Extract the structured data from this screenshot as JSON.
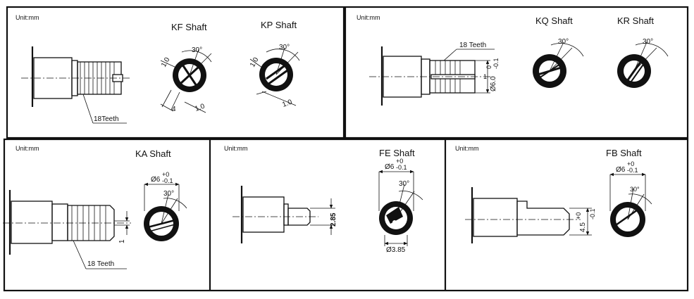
{
  "panels": {
    "kf_kp": {
      "unit": "Unit:mm",
      "kf_title": "KF Shaft",
      "kp_title": "KP Shaft",
      "teeth_label": "18Teeth",
      "dim_10a": "1.0",
      "dim_10b": "1.0",
      "dim_4": "4",
      "dim_30a": "30°",
      "dim_10c": "1.0",
      "dim_10d": "1.0",
      "dim_30b": "30°"
    },
    "kq_kr": {
      "unit": "Unit:mm",
      "kq_title": "KQ Shaft",
      "kr_title": "KR Shaft",
      "teeth_label": "18 Teeth",
      "dia_main": "Ø6.0",
      "dia_tol_top": "0",
      "dia_tol_bot": "-0.1",
      "dim_1": "1",
      "dim_30a": "30°",
      "dim_30b": "30°"
    },
    "ka": {
      "unit": "Unit:mm",
      "title": "KA  Shaft",
      "teeth_label": "18 Teeth",
      "dia_main": "Ø6",
      "dia_tol_top": "+0",
      "dia_tol_bot": "-0.1",
      "dim_30": "30°",
      "dim_1": "1"
    },
    "fe": {
      "unit": "Unit:mm",
      "title": "FE  Shaft",
      "dia_main": "Ø6",
      "dia_tol_top": "+0",
      "dia_tol_bot": "-0.1",
      "dim_30": "30°",
      "dim_285": "2.85",
      "dim_385": "Ø3.85"
    },
    "fb": {
      "unit": "Unit:mm",
      "title": "FB  Shaft",
      "dia_main": "Ø6",
      "dia_tol_top": "+0",
      "dia_tol_bot": "-0.1",
      "dim_30": "30°",
      "dim_45": "4.5",
      "dim_45_tol_top": "+0",
      "dim_45_tol_bot": "-0.1"
    }
  }
}
